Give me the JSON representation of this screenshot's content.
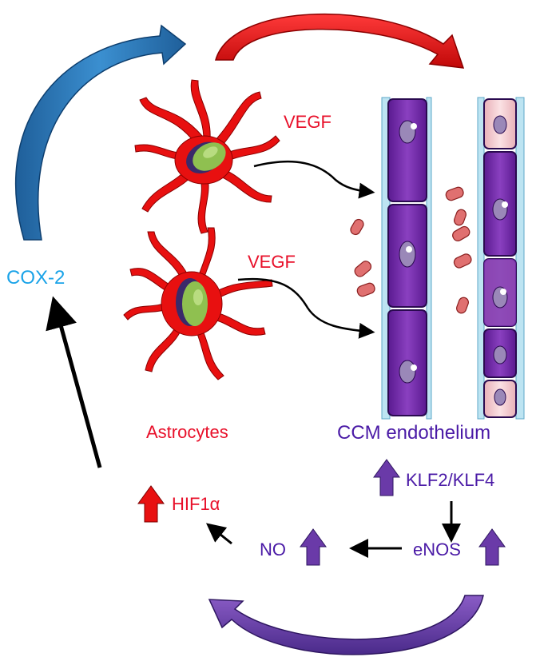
{
  "labels": {
    "vegf_top": "VEGF",
    "vegf_bottom": "VEGF",
    "cox2": "COX-2",
    "astrocytes": "Astrocytes",
    "ccm_endothelium": "CCM endothelium",
    "klf": "KLF2/KLF4",
    "hif": "HIF1α",
    "no": "NO",
    "enos": "eNOS"
  },
  "colors": {
    "red_text": "#e8102a",
    "purple_text": "#4a1aa6",
    "blue_text": "#1aa3e8",
    "blue_arrow": "#1a6fb5",
    "red_arrow": "#e01010",
    "purple_arrow": "#6a3aa8",
    "astrocyte_red": "#e81010",
    "astrocyte_nucleus_green": "#8fc050",
    "endothelial_purple": "#7a30b0",
    "endothelial_pink": "#f2c8cc",
    "rbc": "#e07070"
  },
  "icons": [
    "up-arrow-icon",
    "curved-arrow-icon",
    "astrocyte-cell-icon",
    "endothelial-cell-icon",
    "red-blood-cell-icon"
  ]
}
